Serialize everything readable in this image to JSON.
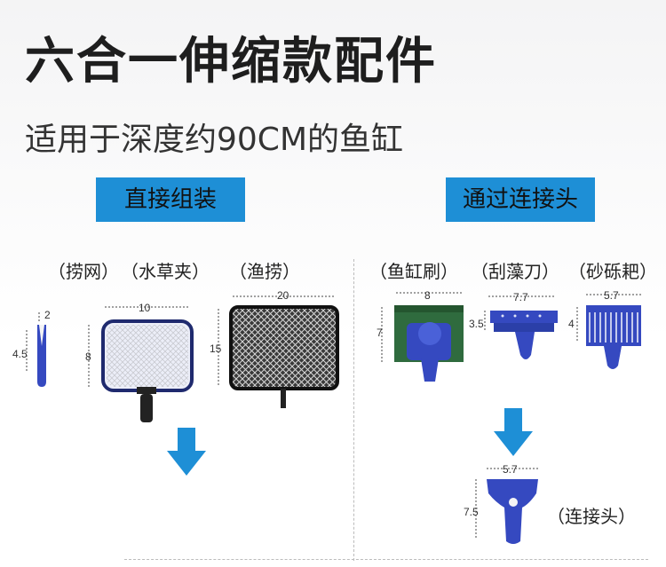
{
  "header": {
    "title": "六合一伸缩款配件",
    "subtitle": "适用于深度约90CM的鱼缸"
  },
  "sections": {
    "left_tag": "直接组装",
    "right_tag": "通过连接头"
  },
  "left_labels": [
    "（捞网）",
    "（水草夹）",
    "（渔捞）"
  ],
  "right_labels": [
    "（鱼缸刷）",
    "（刮藻刀）",
    "（砂砾耙）"
  ],
  "connector_label": "（连接头）",
  "dims": {
    "clip_w": "2",
    "clip_h": "4.5",
    "net_w": "10",
    "net_h": "8",
    "big_net_w": "20",
    "big_net_h": "15",
    "brush_w": "8",
    "brush_h": "7",
    "scraper_w": "7.7",
    "scraper_h": "3.5",
    "rake_w": "5.7",
    "rake_h": "4",
    "conn_w": "5.7",
    "conn_h": "7.5"
  },
  "colors": {
    "accent": "#1e8fd6",
    "part_blue": "#2f4fc4",
    "brush_green": "#2f6b3e"
  }
}
